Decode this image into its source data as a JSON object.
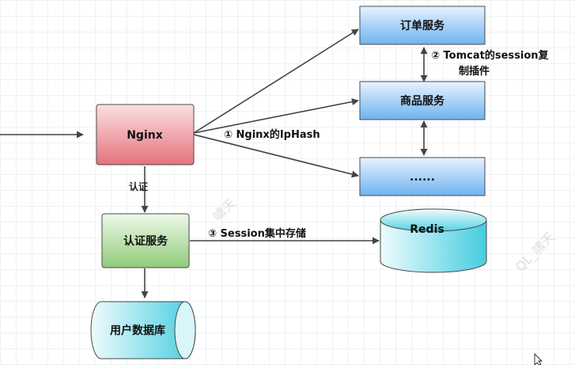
{
  "nodes": {
    "nginx": "Nginx",
    "order_service": "订单服务",
    "goods_service": "商品服务",
    "more_service": "......",
    "auth_service": "认证服务",
    "redis": "Redis",
    "user_db": "用户数据库"
  },
  "edges": {
    "auth_label": "认证",
    "iphash_label": "① Nginx的IpHash",
    "session_label": "③ Session集中存储",
    "tomcat_label_line1": "② Tomcat的session复",
    "tomcat_label_line2": "制插件"
  },
  "watermarks": {
    "mark1": "啸天",
    "mark2": "QL_啸天"
  },
  "colors": {
    "service_blue": "#7bbcf3",
    "nginx_red": "#ea8088",
    "auth_green": "#9fd48d",
    "cylinder_cyan": "#66d6e6",
    "line": "#444444"
  }
}
